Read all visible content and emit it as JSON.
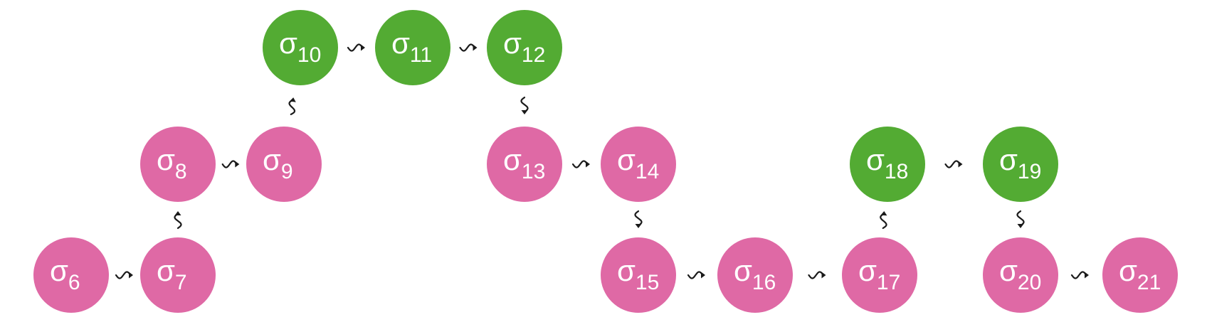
{
  "colors": {
    "pink": "#df69a5",
    "green": "#53ab33",
    "arrow": "#1a1a1a",
    "text": "#ffffff"
  },
  "symbol": "σ",
  "nodes": [
    {
      "id": "s6",
      "sub": "6",
      "color": "pink"
    },
    {
      "id": "s7",
      "sub": "7",
      "color": "pink"
    },
    {
      "id": "s8",
      "sub": "8",
      "color": "pink"
    },
    {
      "id": "s9",
      "sub": "9",
      "color": "pink"
    },
    {
      "id": "s10",
      "sub": "10",
      "color": "green"
    },
    {
      "id": "s11",
      "sub": "11",
      "color": "green"
    },
    {
      "id": "s12",
      "sub": "12",
      "color": "green"
    },
    {
      "id": "s13",
      "sub": "13",
      "color": "pink"
    },
    {
      "id": "s14",
      "sub": "14",
      "color": "pink"
    },
    {
      "id": "s15",
      "sub": "15",
      "color": "pink"
    },
    {
      "id": "s16",
      "sub": "16",
      "color": "pink"
    },
    {
      "id": "s17",
      "sub": "17",
      "color": "pink"
    },
    {
      "id": "s18",
      "sub": "18",
      "color": "green"
    },
    {
      "id": "s19",
      "sub": "19",
      "color": "green"
    },
    {
      "id": "s20",
      "sub": "20",
      "color": "pink"
    },
    {
      "id": "s21",
      "sub": "21",
      "color": "pink"
    }
  ],
  "edges": [
    {
      "from": "s6",
      "to": "s7"
    },
    {
      "from": "s7",
      "to": "s8"
    },
    {
      "from": "s8",
      "to": "s9"
    },
    {
      "from": "s9",
      "to": "s10"
    },
    {
      "from": "s10",
      "to": "s11"
    },
    {
      "from": "s11",
      "to": "s12"
    },
    {
      "from": "s12",
      "to": "s13"
    },
    {
      "from": "s13",
      "to": "s14"
    },
    {
      "from": "s14",
      "to": "s15"
    },
    {
      "from": "s15",
      "to": "s16"
    },
    {
      "from": "s16",
      "to": "s17"
    },
    {
      "from": "s17",
      "to": "s18"
    },
    {
      "from": "s18",
      "to": "s19"
    },
    {
      "from": "s19",
      "to": "s20"
    },
    {
      "from": "s20",
      "to": "s21"
    }
  ]
}
